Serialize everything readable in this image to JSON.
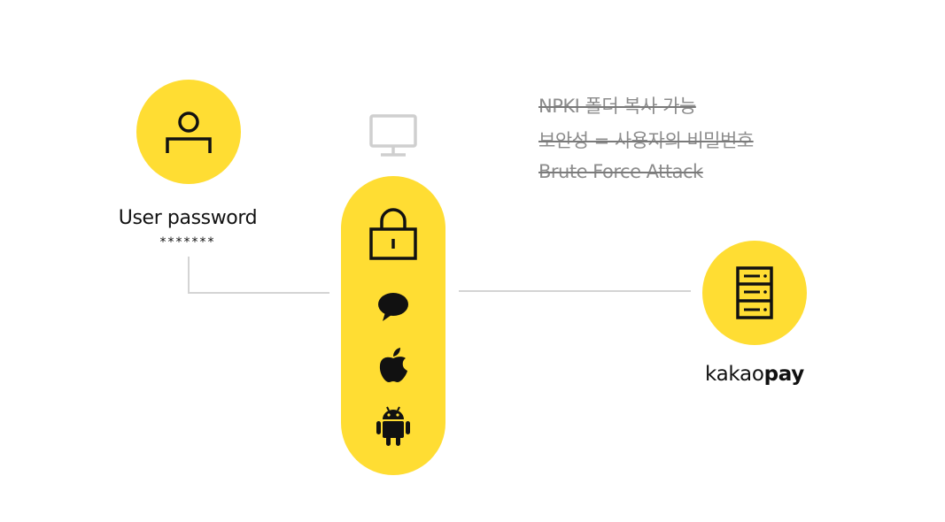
{
  "user": {
    "label": "User password",
    "password_mask": "*******",
    "icon": "user-icon"
  },
  "device": {
    "icon": "monitor-icon",
    "pill_icons": [
      "lock-icon",
      "chat-bubble-icon",
      "apple-icon",
      "android-icon"
    ]
  },
  "server": {
    "icon": "server-icon",
    "brand_regular": "kakao",
    "brand_bold": "pay"
  },
  "struck_items": [
    "NPKI 폴더 복사 가능",
    "보안성 = 사용자의 비밀번호",
    "Brute Force Attack"
  ],
  "colors": {
    "accent": "#FFDD33",
    "connector": "#d4d4d4",
    "struck_text": "#8c8c8c",
    "icon_stroke": "#111111"
  }
}
